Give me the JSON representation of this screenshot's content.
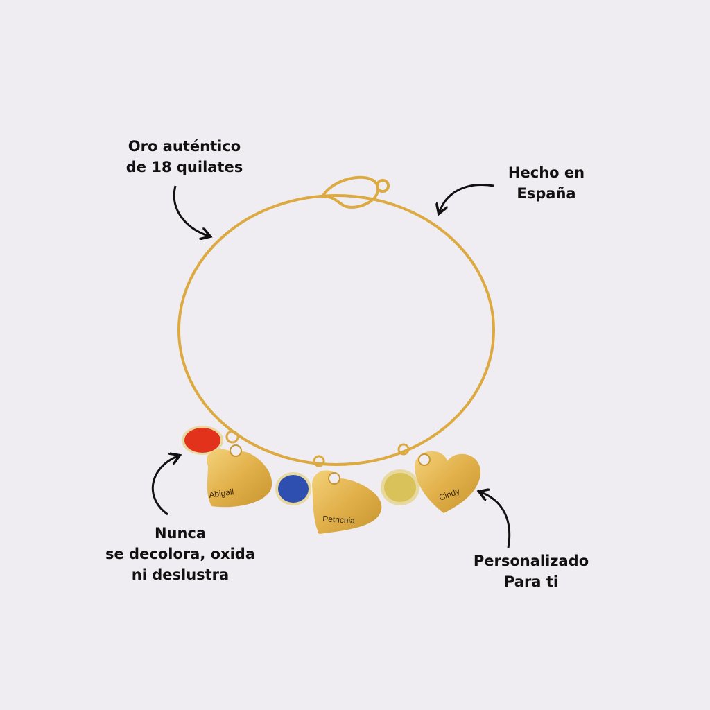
{
  "callouts": {
    "gold": [
      "Oro auténtico",
      "de 18 quilates"
    ],
    "made_in": [
      "Hecho en",
      "España"
    ],
    "durability": [
      "Nunca",
      "se decolora, oxida",
      "ni deslustra"
    ],
    "personalized": [
      "Personalizado",
      "Para ti"
    ]
  },
  "charms": {
    "names": [
      "Abigail",
      "Petrichia",
      "Cindy"
    ],
    "gem_colors": [
      "#e2321c",
      "#2f4fb0",
      "#d9c25a"
    ]
  },
  "colors": {
    "background": "#efedf2",
    "gold": "#e2b44a",
    "text": "#111111"
  }
}
